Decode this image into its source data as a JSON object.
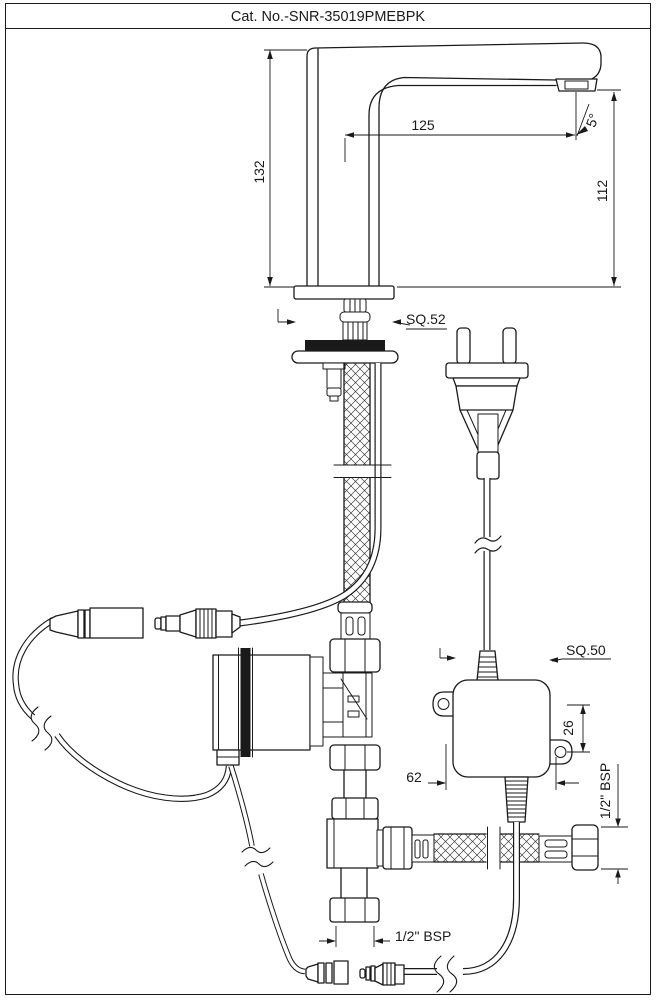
{
  "title": "Cat. No.-SNR-35019PMEBPK",
  "dimensions": {
    "faucet_height": "132",
    "spout_reach": "125",
    "spout_outlet_height": "112",
    "spout_angle": "5°",
    "base_square": "SQ.52",
    "control_box_square": "SQ.50",
    "mounting_ear_offset": "26",
    "control_box_width": "62",
    "thread_size_control_box": "1/2\" BSP",
    "thread_size_inlet": "1/2\" BSP"
  },
  "colors": {
    "line": "#1a1a1a",
    "background": "#ffffff"
  }
}
